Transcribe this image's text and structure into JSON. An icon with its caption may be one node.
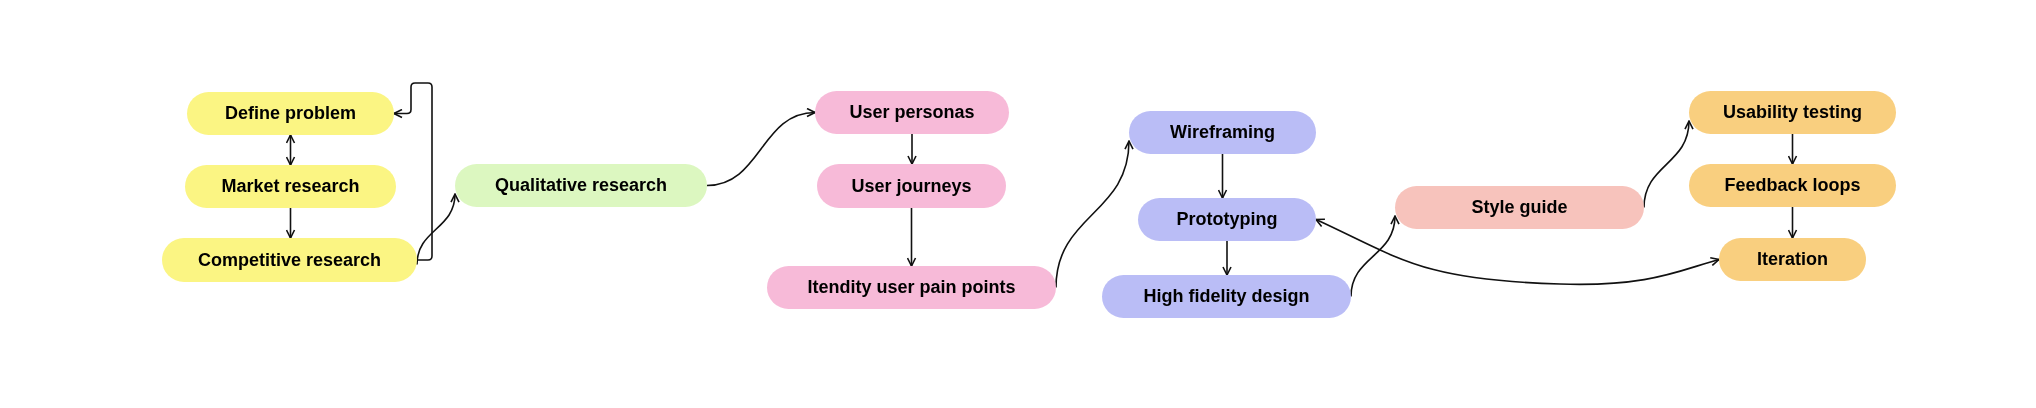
{
  "diagram": {
    "nodes": [
      {
        "text": [
          "Define problem"
        ]
      },
      {
        "text": [
          "Market research"
        ]
      },
      {
        "text": [
          "Competitive research"
        ]
      },
      {
        "text": [
          "Qualitative research"
        ]
      },
      {
        "text": [
          "User personas"
        ]
      },
      {
        "text": [
          "User journeys"
        ]
      },
      {
        "text": [
          "Itendity user pain points"
        ]
      },
      {
        "text": [
          "Wireframing"
        ]
      },
      {
        "text": [
          "Prototyping"
        ]
      },
      {
        "text": [
          "High fidelity design"
        ]
      },
      {
        "text": [
          "Style guide"
        ]
      },
      {
        "text": [
          "Usability testing"
        ]
      },
      {
        "text": [
          "Feedback loops"
        ]
      },
      {
        "text": [
          "Iteration"
        ]
      }
    ],
    "edges": [
      {
        "from": 0,
        "to": 1,
        "arrow": "both"
      },
      {
        "from": 1,
        "to": 2,
        "arrow": "to"
      },
      {
        "from": 2,
        "to": 0,
        "arrow": "to"
      },
      {
        "from": 2,
        "to": 3,
        "arrow": "to"
      },
      {
        "from": 3,
        "to": 4,
        "arrow": "to"
      },
      {
        "from": 4,
        "to": 5,
        "arrow": "to"
      },
      {
        "from": 5,
        "to": 6,
        "arrow": "to"
      },
      {
        "from": 6,
        "to": 7,
        "arrow": "to"
      },
      {
        "from": 7,
        "to": 8,
        "arrow": "to"
      },
      {
        "from": 8,
        "to": 9,
        "arrow": "to"
      },
      {
        "from": 9,
        "to": 10,
        "arrow": "to"
      },
      {
        "from": 10,
        "to": 11,
        "arrow": "to"
      },
      {
        "from": 11,
        "to": 12,
        "arrow": "to"
      },
      {
        "from": 12,
        "to": 13,
        "arrow": "to"
      },
      {
        "from": 8,
        "to": 13,
        "arrow": "both"
      }
    ]
  }
}
